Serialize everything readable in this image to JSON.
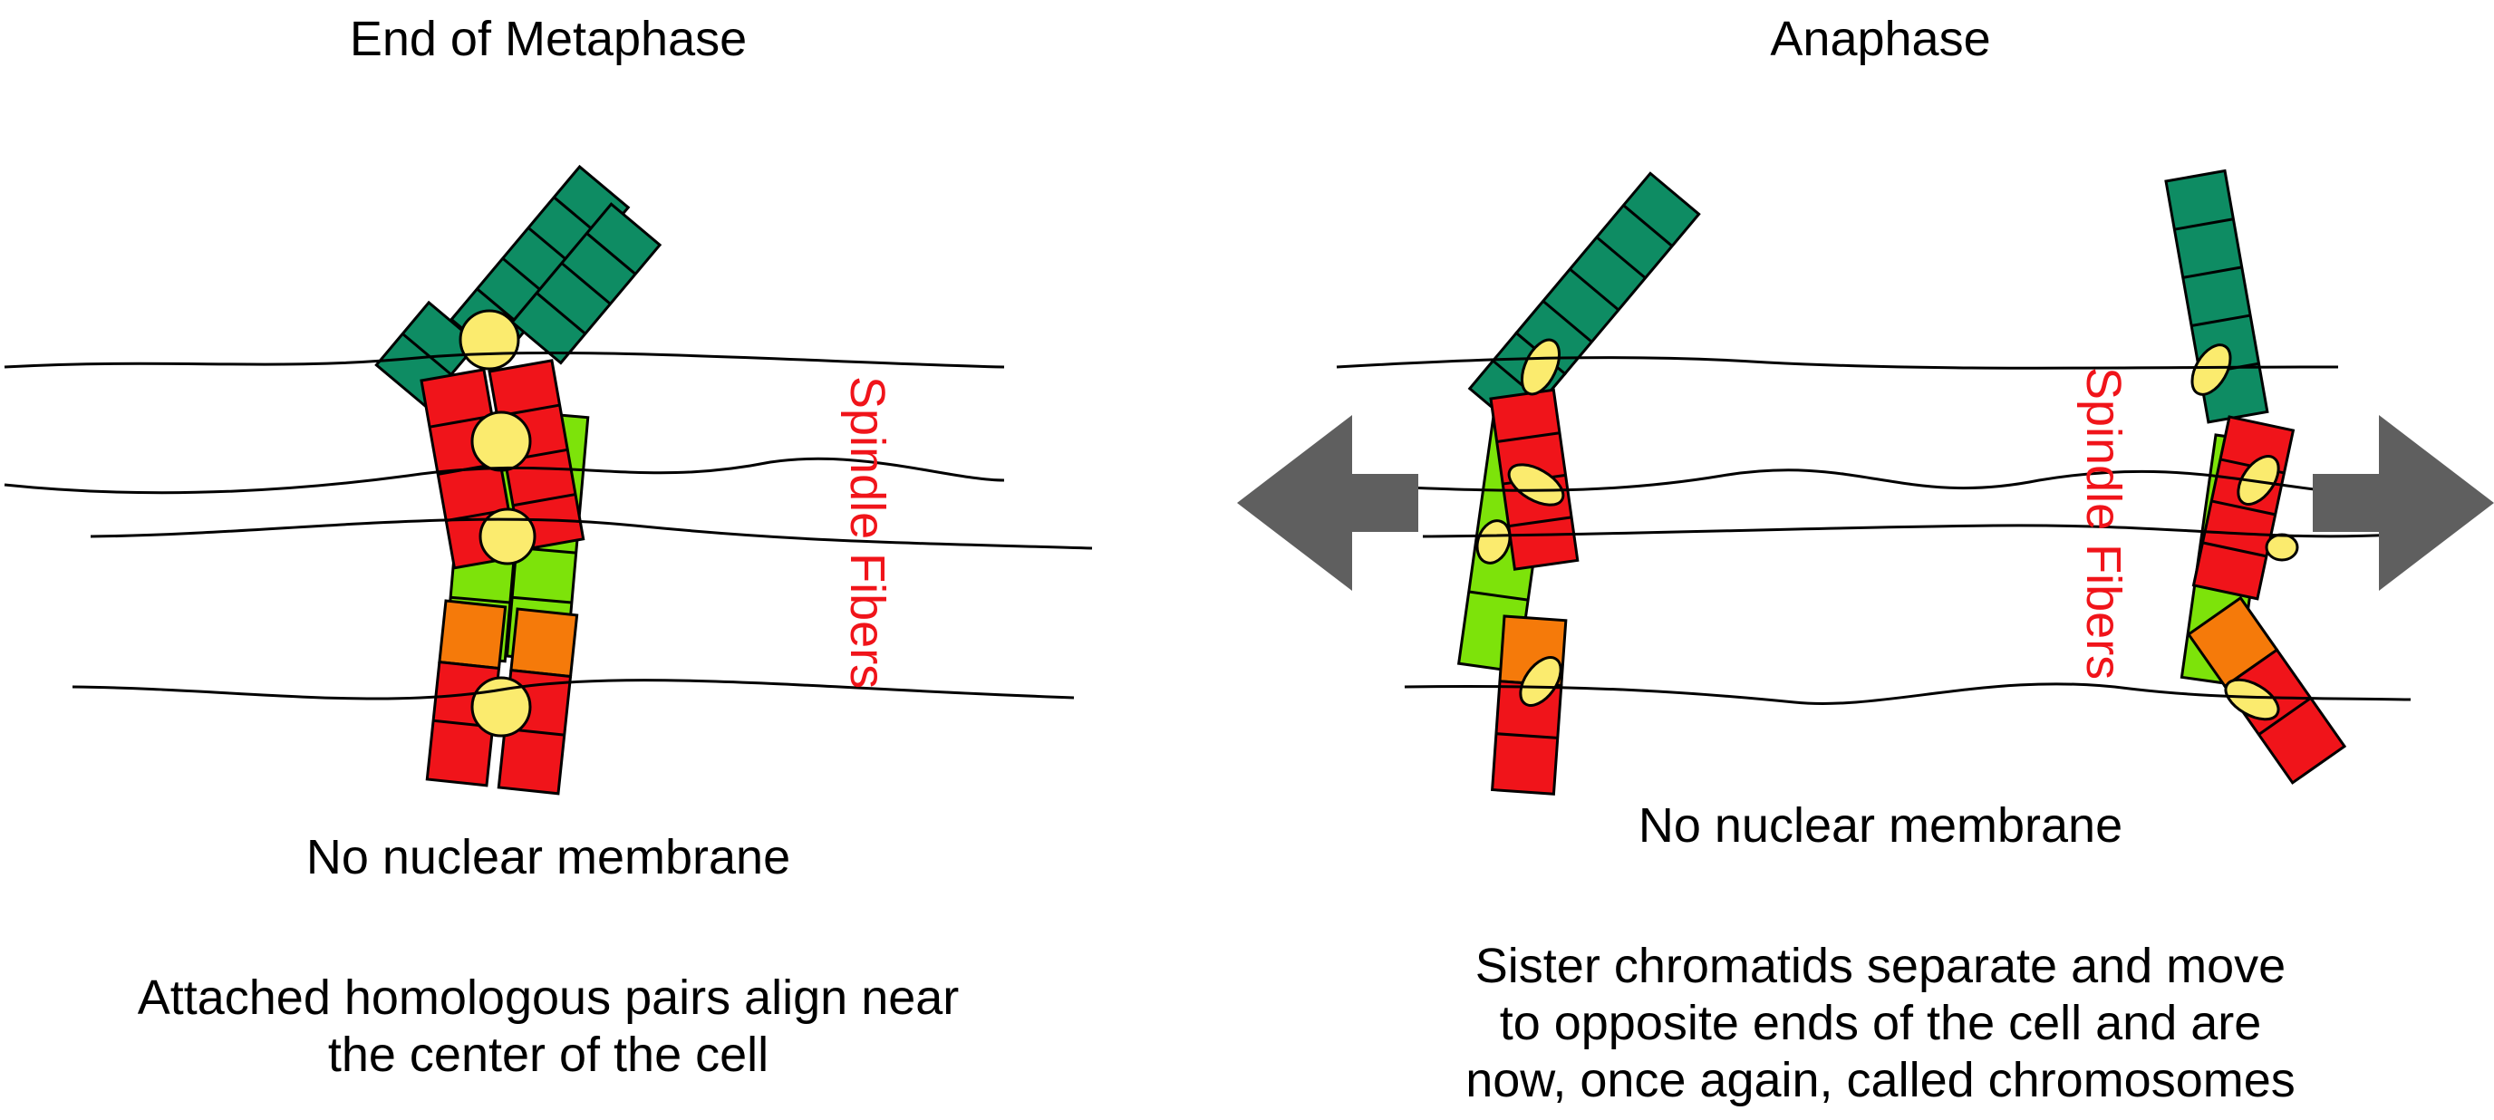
{
  "colors": {
    "dark_green": "#0e8c63",
    "light_green": "#7de30a",
    "red": "#f0141a",
    "orange": "#f57a0a",
    "centromere": "#fbeb6e",
    "arrow": "#5f5f5f",
    "fiber": "#000000",
    "spindle_label": "#f0141a"
  },
  "icons": {
    "left_arrow": "arrow-left-icon",
    "right_arrow": "arrow-right-icon"
  },
  "metaphase": {
    "title": "End of Metaphase",
    "spindle_label": "Spindle Fibers",
    "membrane_caption": "No nuclear membrane",
    "description": [
      "Attached homologous pairs align near",
      "the center of the cell"
    ]
  },
  "anaphase": {
    "title": "Anaphase",
    "spindle_label": "Spindle Fibers",
    "membrane_caption": "No nuclear membrane",
    "description": [
      "Sister chromatids separate and move",
      "to opposite ends of the cell and are",
      "now, once again, called chromosomes"
    ]
  }
}
